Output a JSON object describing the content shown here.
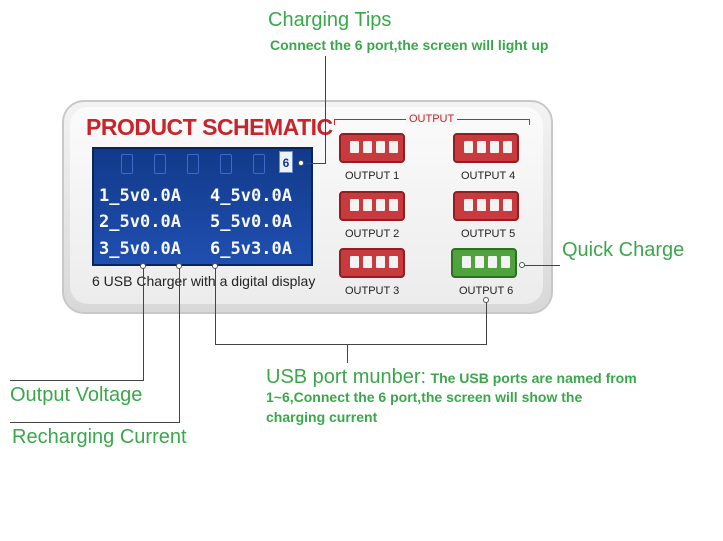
{
  "callouts": {
    "charging_tips": {
      "title": "Charging Tips",
      "text": "Connect the 6 port,the screen will light up"
    },
    "quick_charge": "Quick Charge",
    "usb_port_number": {
      "title": "USB port munber:",
      "text_line1": "The USB ports are named from",
      "text_line2": "1~6,Connect the 6 port,the screen will show the",
      "text_line3": "charging current"
    },
    "output_voltage": "Output Voltage",
    "recharging_current": "Recharging Current"
  },
  "device": {
    "title": "PRODUCT SCHEMATIC",
    "caption": "6 USB Charger with a digital display",
    "output_header": "OUTPUT",
    "lcd_port_indicator": "6",
    "lcd_rows": [
      {
        "left": {
          "port": "1",
          "voltage": "5v",
          "current": "0.0A"
        },
        "right": {
          "port": "4",
          "voltage": "5v",
          "current": "0.0A"
        }
      },
      {
        "left": {
          "port": "2",
          "voltage": "5v",
          "current": "0.0A"
        },
        "right": {
          "port": "5",
          "voltage": "5v",
          "current": "0.0A"
        }
      },
      {
        "left": {
          "port": "3",
          "voltage": "5v",
          "current": "0.0A"
        },
        "right": {
          "port": "6",
          "voltage": "5v",
          "current": "3.0A"
        }
      }
    ],
    "ports": [
      {
        "label": "OUTPUT 1",
        "quick_charge": false
      },
      {
        "label": "OUTPUT 2",
        "quick_charge": false
      },
      {
        "label": "OUTPUT 3",
        "quick_charge": false
      },
      {
        "label": "OUTPUT 4",
        "quick_charge": false
      },
      {
        "label": "OUTPUT 5",
        "quick_charge": false
      },
      {
        "label": "OUTPUT 6",
        "quick_charge": true
      }
    ]
  },
  "colors": {
    "accent_green": "#3aa84a",
    "title_red": "#c8242a",
    "lcd_blue": "#1f4fb0",
    "port_red": "#c93a3e",
    "port_green": "#4ea33c"
  }
}
